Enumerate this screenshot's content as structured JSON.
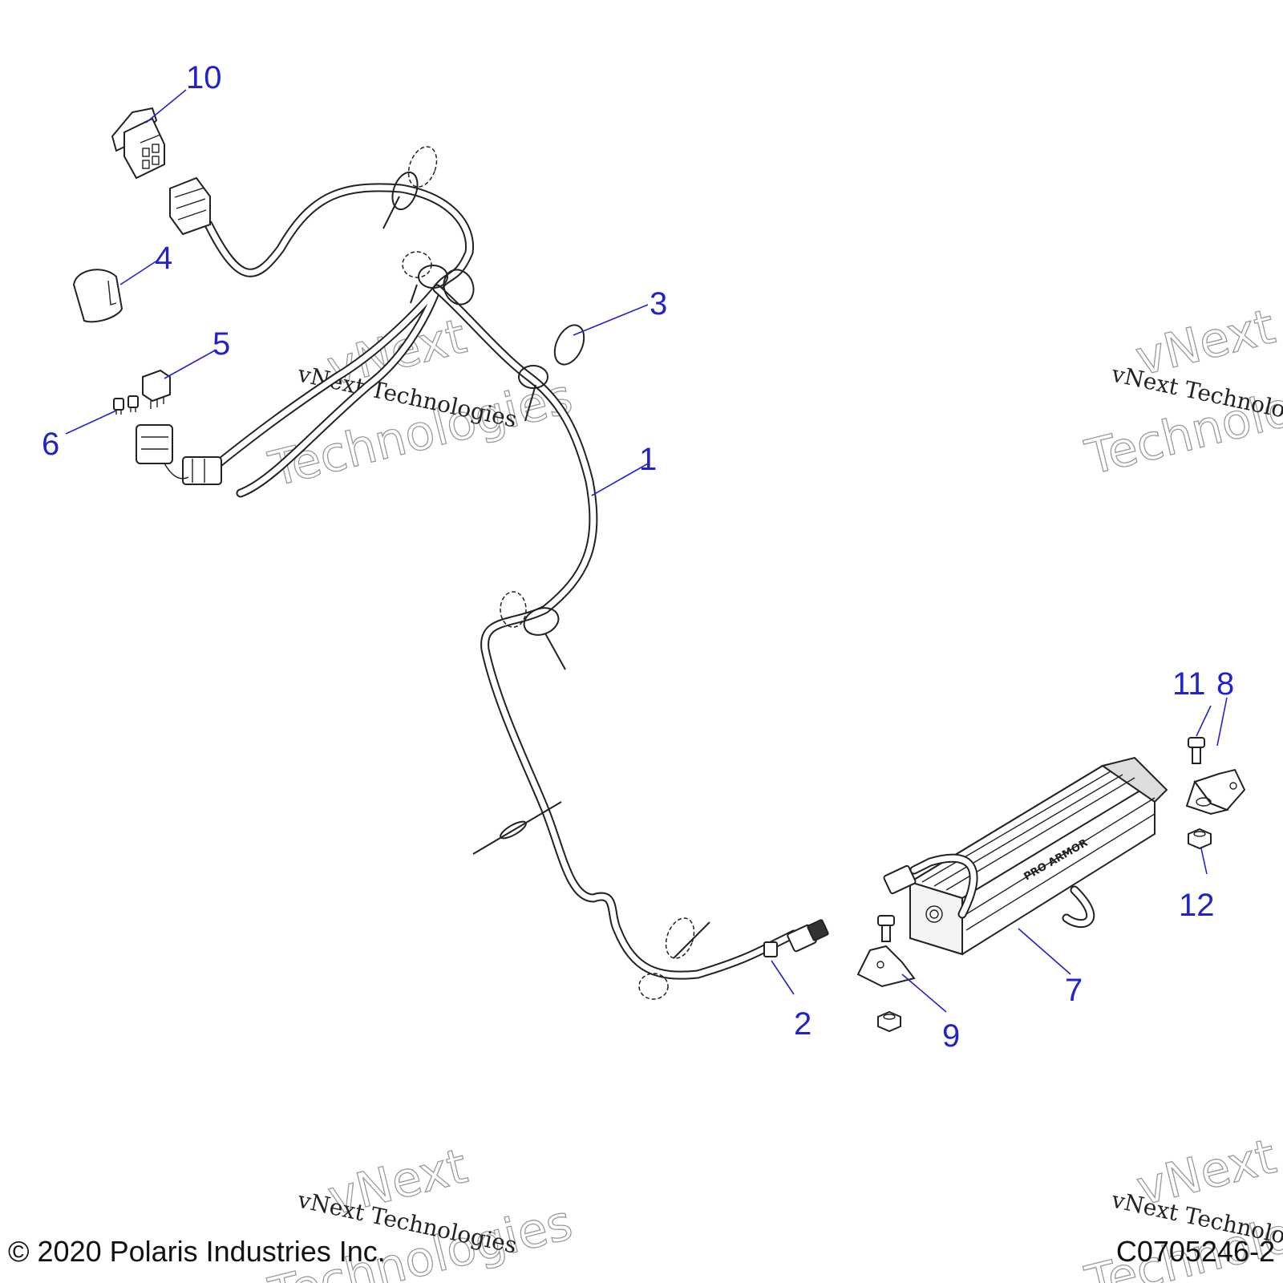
{
  "diagram": {
    "callouts": [
      "1",
      "2",
      "3",
      "4",
      "5",
      "6",
      "7",
      "8",
      "9",
      "10",
      "11",
      "12"
    ],
    "light_bar_brand": "PRO ARMOR",
    "watermark_script": "vNext Technologies",
    "watermark_outline_top": "vNext",
    "watermark_outline_bottom": "Technologies"
  },
  "footer": {
    "copyright": "© 2020 Polaris Industries Inc.",
    "figure_id": "C0705246-2"
  }
}
